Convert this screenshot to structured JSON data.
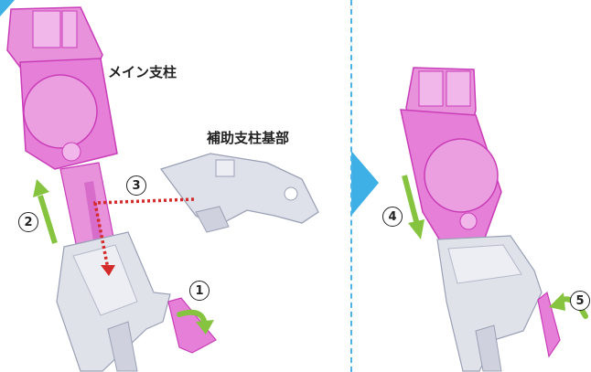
{
  "labels": {
    "main_pillar": "メイン支柱",
    "aux_base": "補助支柱基部"
  },
  "steps": {
    "s1": "1",
    "s2": "2",
    "s3": "3",
    "s4": "4",
    "s5": "5"
  },
  "colors": {
    "pink_part": "#e67fd8",
    "pink_edge": "#c93db8",
    "gray_part": "#dfe1ea",
    "gray_edge": "#9aa0b5",
    "arrow_green": "#86c440",
    "arrow_red": "#d42a2a",
    "divider_blue": "#4fb3e8",
    "next_arrow_blue": "#3fb0e6"
  }
}
